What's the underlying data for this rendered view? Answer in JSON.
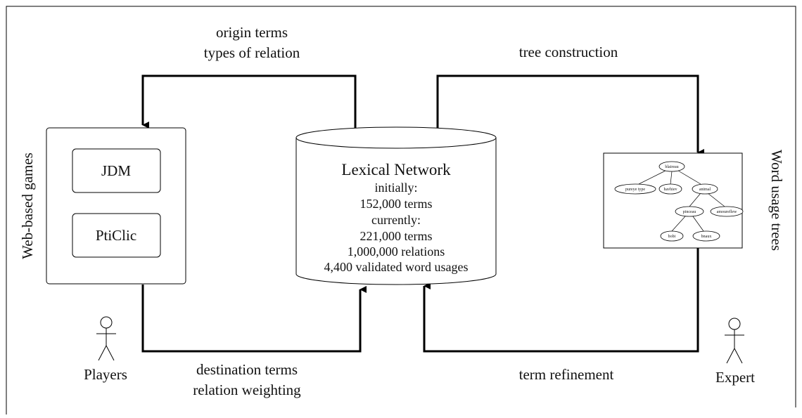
{
  "edges": {
    "top_left": [
      "origin terms",
      "types of relation"
    ],
    "top_right": [
      "tree construction"
    ],
    "bottom_left": [
      "destination terms",
      "relation weighting"
    ],
    "bottom_right": [
      "term refinement"
    ]
  },
  "games_box": {
    "title": "Web-based games",
    "games": [
      "JDM",
      "PtiClic"
    ]
  },
  "network": {
    "title": "Lexical Network",
    "lines": [
      "initially:",
      "152,000 terms",
      "currently:",
      "221,000 terms",
      "1,000,000 relations",
      "4,400 validated word usages"
    ]
  },
  "trees_box": {
    "title": "Word usage trees",
    "tree": {
      "root": "blaireau",
      "level1": [
        "pureye type",
        "havhiev",
        "animal"
      ],
      "level2": [
        "pinceau",
        "amoureflew"
      ],
      "level3": [
        "bobi",
        "bnaux"
      ]
    }
  },
  "actors": {
    "players": "Players",
    "expert": "Expert"
  }
}
